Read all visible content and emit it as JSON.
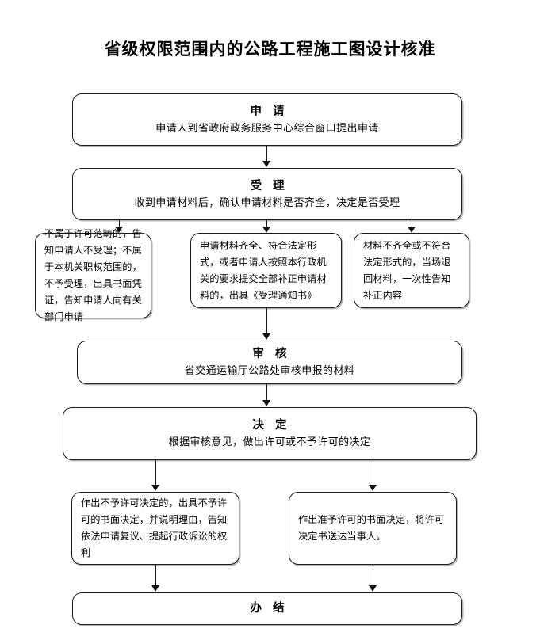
{
  "page": {
    "title": "省级权限范围内的公路工程施工图设计核准",
    "background_color": "#ffffff",
    "line_color": "#1a1a1a"
  },
  "flowchart": {
    "type": "flowchart",
    "orientation": "top-to-bottom",
    "nodes": [
      {
        "id": "apply",
        "head": "申 请",
        "body": "申请人到省政府政务服务中心综合窗口提出申请"
      },
      {
        "id": "accept",
        "head": "受 理",
        "body": "收到申请材料后，确认申请材料是否齐全，决定是否受理"
      },
      {
        "id": "branch-left",
        "head": "",
        "body": "不属于许可范畴的，告知申请人不受理；不属于本机关职权范围的，不予受理，出具书面凭证，告知申请人向有关部门申请"
      },
      {
        "id": "branch-middle",
        "head": "",
        "body": "申请材料齐全、符合法定形式，或者申请人按照本行政机关的要求提交全部补正申请材料的，出具《受理通知书》"
      },
      {
        "id": "branch-right",
        "head": "",
        "body": "材料不齐全或不符合法定形式的，当场退回材料，一次性告知补正内容"
      },
      {
        "id": "review",
        "head": "审 核",
        "body": "省交通运输厅公路处审核申报的材料"
      },
      {
        "id": "decide",
        "head": "决 定",
        "body": "根据审核意见，做出许可或不予许可的决定"
      },
      {
        "id": "decision-deny",
        "head": "",
        "body": "作出不予许可决定的，出具不予许可的书面决定，并说明理由，告知依法申请复议、提起行政诉讼的权利"
      },
      {
        "id": "decision-grant",
        "head": "",
        "body": "作出准予许可的书面决定，将许可决定书送达当事人。"
      },
      {
        "id": "finish",
        "head": "办 结",
        "body": ""
      }
    ]
  }
}
